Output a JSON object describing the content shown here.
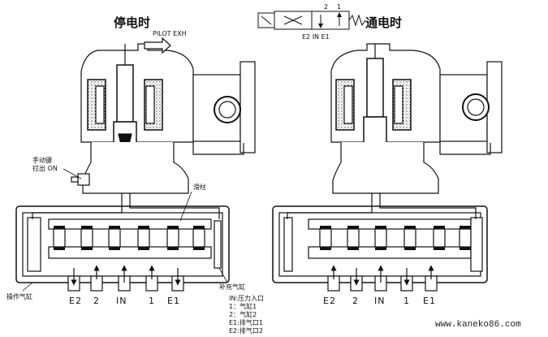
{
  "left_valve": {
    "title": "停电时",
    "pilot_exh": "PILOT EXH",
    "manual_key_line1": "手动键",
    "manual_key_line2": "拉出 ON",
    "spool": "滑柱",
    "operate_cylinder": "操作气缸",
    "supplement_cylinder": "补充气缸",
    "ports": [
      "E2",
      "2",
      "IN",
      "1",
      "E1"
    ]
  },
  "right_valve": {
    "title": "通电时",
    "ports": [
      "E2",
      "2",
      "IN",
      "1",
      "E1"
    ]
  },
  "symbol": {
    "top_labels": [
      "2",
      "1"
    ],
    "bottom_labels": "E2 IN E1"
  },
  "legend": [
    "IN:压力入口",
    "1：气缸1",
    "2：气缸2",
    "E1:排气口1",
    "E2:排气口2"
  ],
  "watermark": "www.kaneko86.com"
}
